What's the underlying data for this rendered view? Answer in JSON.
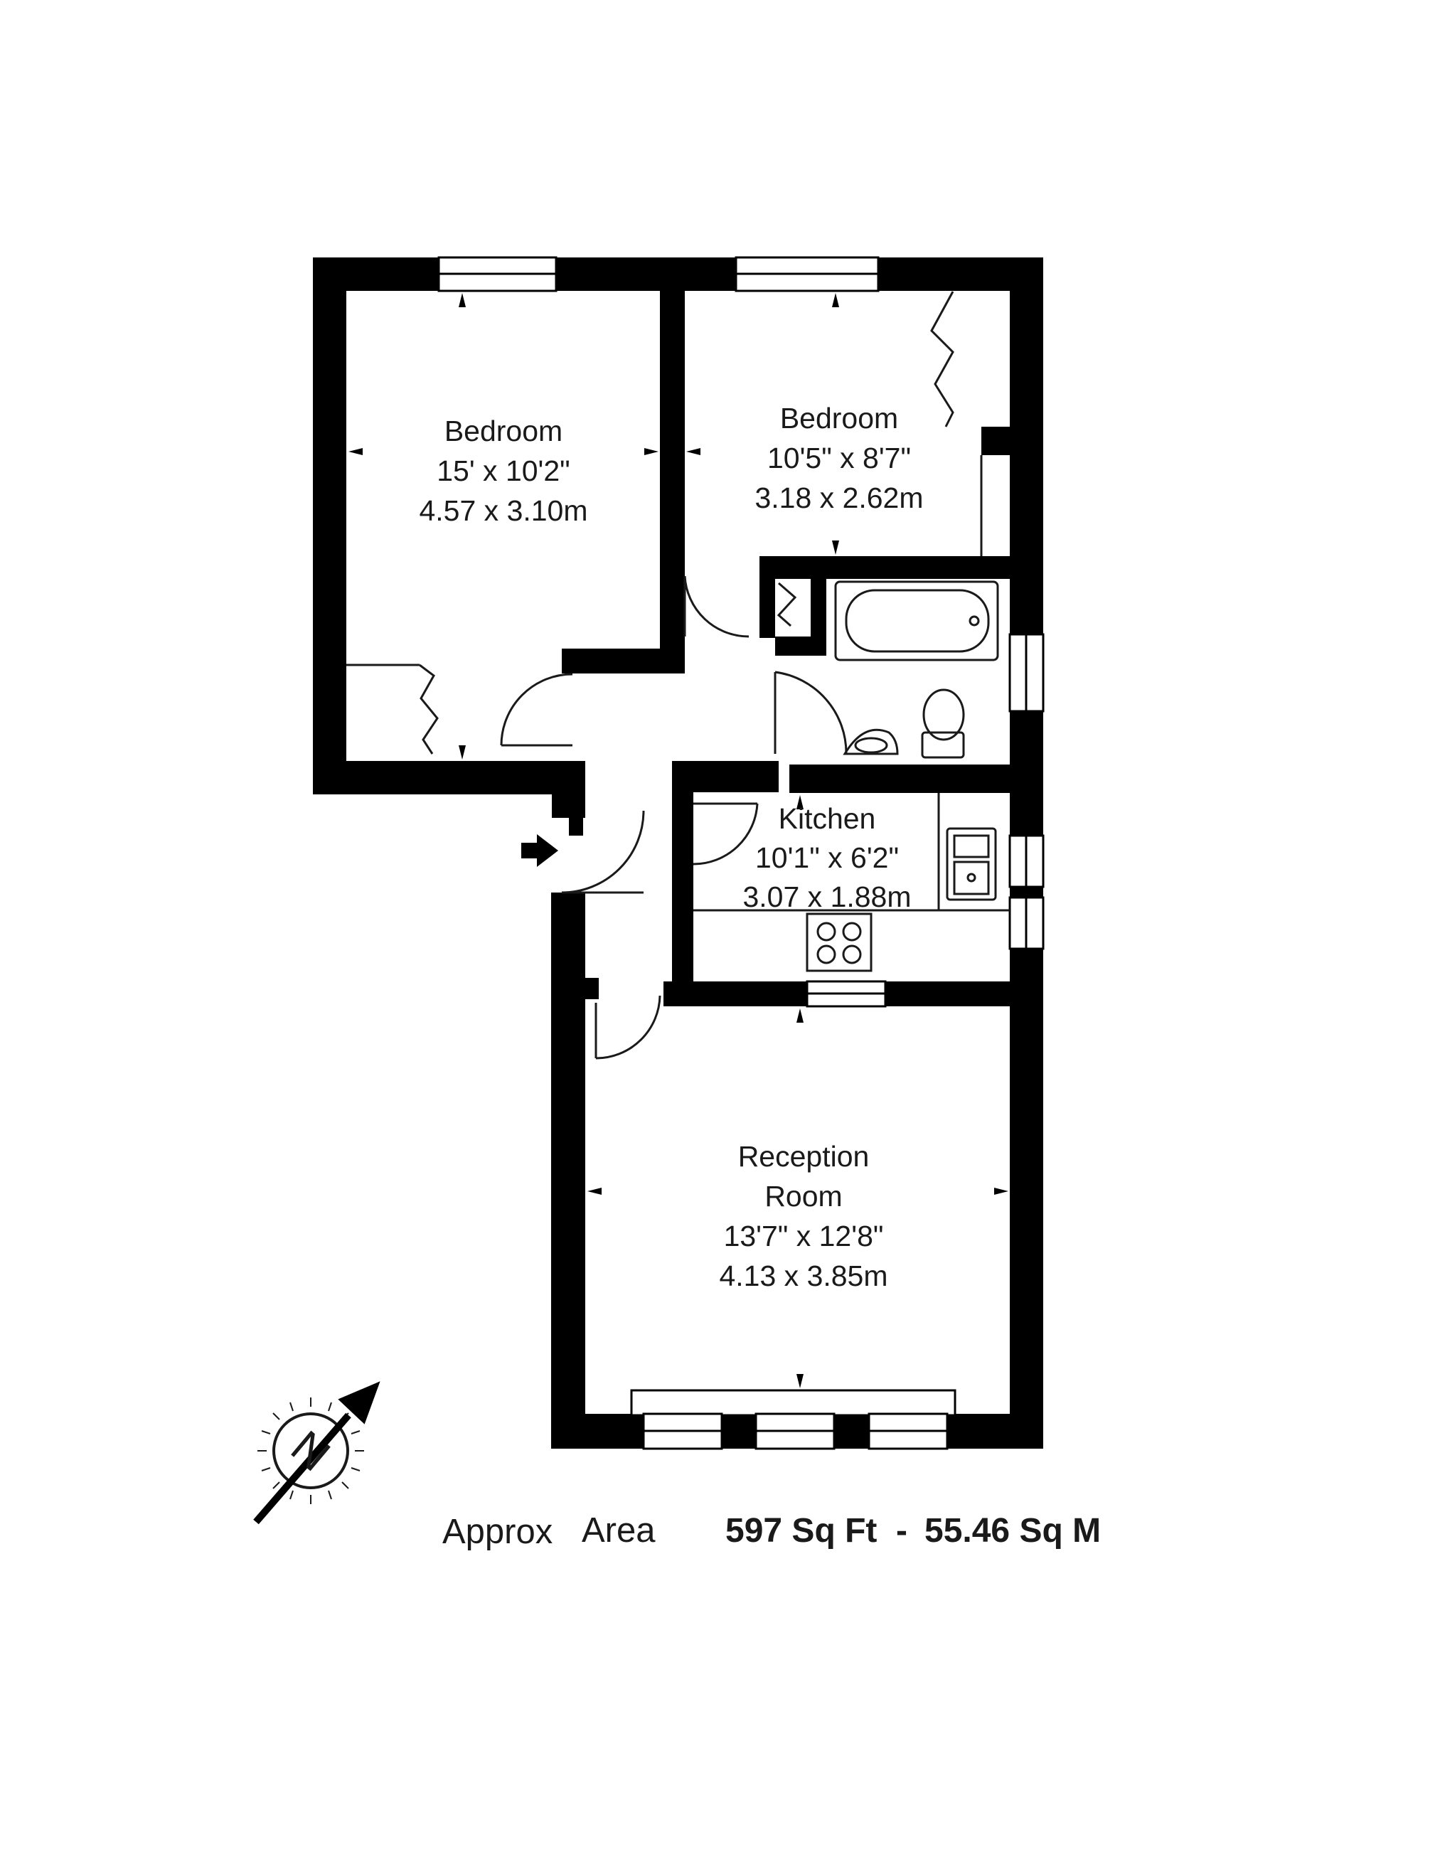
{
  "colors": {
    "wall": "#000000",
    "line": "#1a1a1a",
    "background": "#ffffff"
  },
  "rooms": [
    {
      "name": "Bedroom",
      "imperial": "15' x 10'2\"",
      "metric": "4.57 x 3.10m"
    },
    {
      "name": "Bedroom",
      "imperial": "10'5\" x 8'7\"",
      "metric": "3.18 x 2.62m"
    },
    {
      "name": "Kitchen",
      "imperial": "10'1\" x 6'2\"",
      "metric": "3.07 x 1.88m"
    },
    {
      "name_line1": "Reception",
      "name_line2": "Room",
      "imperial": "13'7\" x 12'8\"",
      "metric": "4.13 x 3.85m"
    }
  ],
  "area": {
    "label_1": "Approx",
    "label_2": "Area",
    "sq_ft": "597 Sq Ft",
    "separator": "-",
    "sq_m": "55.46 Sq M"
  },
  "compass": {
    "letter": "N",
    "icon": "compass-north-icon"
  },
  "entrance": {
    "icon": "entrance-arrow-icon"
  }
}
